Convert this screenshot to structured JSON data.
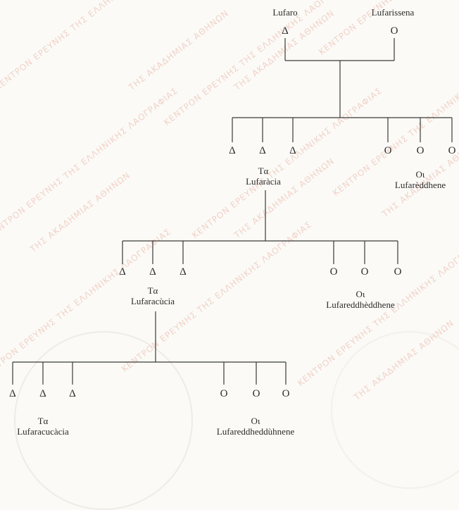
{
  "founders": {
    "male_name": "Lufaro",
    "female_name": "Lufarissena",
    "male_symbol": "Δ",
    "female_symbol": "O"
  },
  "generations": [
    {
      "male_symbol": "Δ",
      "female_symbol": "O",
      "male_count": 3,
      "female_count": 3,
      "male_article": "Tα",
      "male_name": "Lufaràcia",
      "female_article": "Oι",
      "female_name": "Lufarèddhene"
    },
    {
      "male_symbol": "Δ",
      "female_symbol": "O",
      "male_count": 3,
      "female_count": 3,
      "male_article": "Tα",
      "male_name": "Lufaracùcia",
      "female_article": "Oι",
      "female_name": "Lufareddhèddhene"
    },
    {
      "male_symbol": "Δ",
      "female_symbol": "O",
      "male_count": 3,
      "female_count": 3,
      "male_article": "Tα",
      "male_name": "Lufaracucàcia",
      "female_article": "Oι",
      "female_name": "Lufareddheddùhnene"
    }
  ],
  "watermark": {
    "texts": [
      "ΚΕΝΤΡΟΝ ΕΡΕΥΝΗΣ ΤΗΣ ΕΛΛΗΝΙΚΗΣ ΛΑΟΓΡΑΦΙΑΣ",
      "ΤΗΣ ΑΚΑΔΗΜΙΑΣ ΑΘΗΝΩΝ"
    ],
    "color": "#e9b2a6"
  },
  "colors": {
    "line": "#3a3a3a",
    "text": "#2b2b2b"
  }
}
